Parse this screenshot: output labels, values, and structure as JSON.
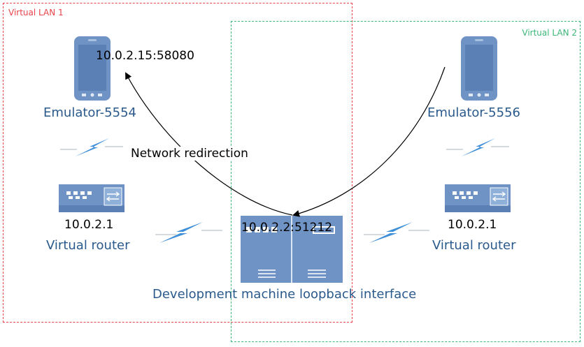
{
  "lans": [
    {
      "label": "Virtual LAN 1",
      "color": "#e8434a"
    },
    {
      "label": "Virtual LAN 2",
      "color": "#3cb878"
    }
  ],
  "emulator_left": {
    "name": "Emulator-5554",
    "address": "10.0.2.15:58080",
    "icon": "smartphone-icon"
  },
  "emulator_right": {
    "name": "Emulator-5556",
    "icon": "smartphone-icon"
  },
  "router_left": {
    "address": "10.0.2.1",
    "label": "Virtual router",
    "icon": "router-icon"
  },
  "router_right": {
    "address": "10.0.2.1",
    "label": "Virtual router",
    "icon": "router-icon"
  },
  "machine": {
    "address": "10.0.2.2:51212",
    "label": "Development machine loopback interface",
    "icon": "server-icon"
  },
  "arrow_label": "Network redirection",
  "colors": {
    "device": "#6f93c4",
    "device_dark": "#4f74a8",
    "label": "#2a5a8c",
    "link": "#3f8fd8"
  }
}
